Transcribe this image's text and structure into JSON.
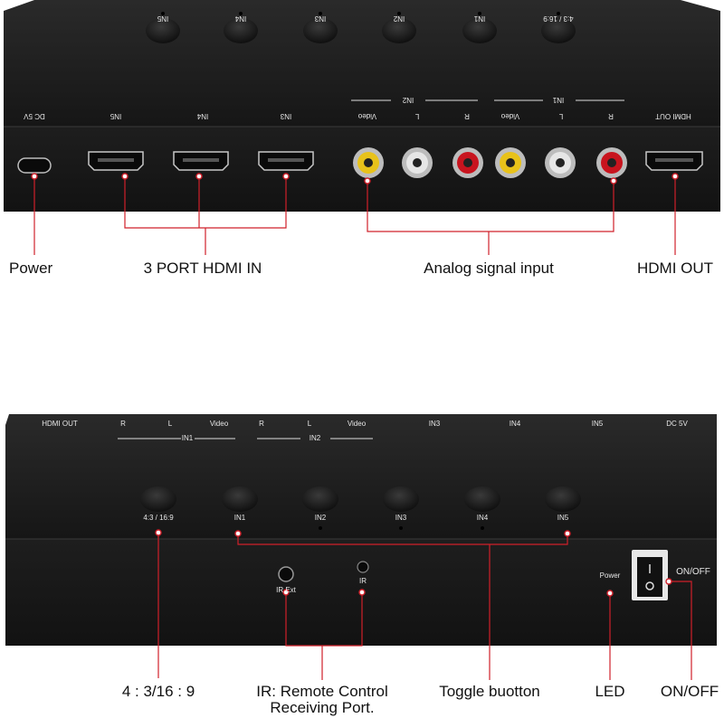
{
  "top_device": {
    "button_labels": [
      "IN5",
      "IN4",
      "IN3",
      "IN2",
      "IN1",
      "4:3 / 16:9"
    ],
    "port_labels": {
      "dc": "DC 5V",
      "in5": "IN5",
      "in4": "IN4",
      "in3": "IN3",
      "in2_video": "Video",
      "in2_l": "L",
      "in2_r": "R",
      "in1_video": "Video",
      "in1_l": "L",
      "in1_r": "R",
      "hdmi_out": "HDMI OUT",
      "group_in2": "IN2",
      "group_in1": "IN1"
    }
  },
  "top_callouts": {
    "power": "Power",
    "hdmi_in": "3 PORT HDMI IN",
    "analog": "Analog signal input",
    "hdmi_out": "HDMI OUT"
  },
  "bottom_device": {
    "rear_labels": {
      "hdmi_out": "HDMI OUT",
      "r1": "R",
      "l1": "L",
      "video1": "Video",
      "r2": "R",
      "l2": "L",
      "video2": "Video",
      "in3": "IN3",
      "in4": "IN4",
      "in5": "IN5",
      "dc": "DC 5V",
      "group_in1": "IN1",
      "group_in2": "IN2"
    },
    "button_labels": [
      "4:3 / 16:9",
      "IN1",
      "IN2",
      "IN3",
      "IN4",
      "IN5"
    ],
    "front_labels": {
      "ir_ext": "IR Ext",
      "ir": "IR",
      "power": "Power",
      "on_off": "ON/OFF"
    }
  },
  "bottom_callouts": {
    "aspect": "4 : 3/16 : 9",
    "ir_line1": "IR: Remote Control",
    "ir_line2": "Receiving Port.",
    "toggle": "Toggle buotton",
    "led": "LED",
    "on_off": "ON/OFF"
  },
  "colors": {
    "callout_red": "#d0202a",
    "device_body": "#1c1c1c",
    "rca_yellow": "#e8c21a",
    "rca_white": "#e6e6e6",
    "rca_red": "#c8141e"
  }
}
